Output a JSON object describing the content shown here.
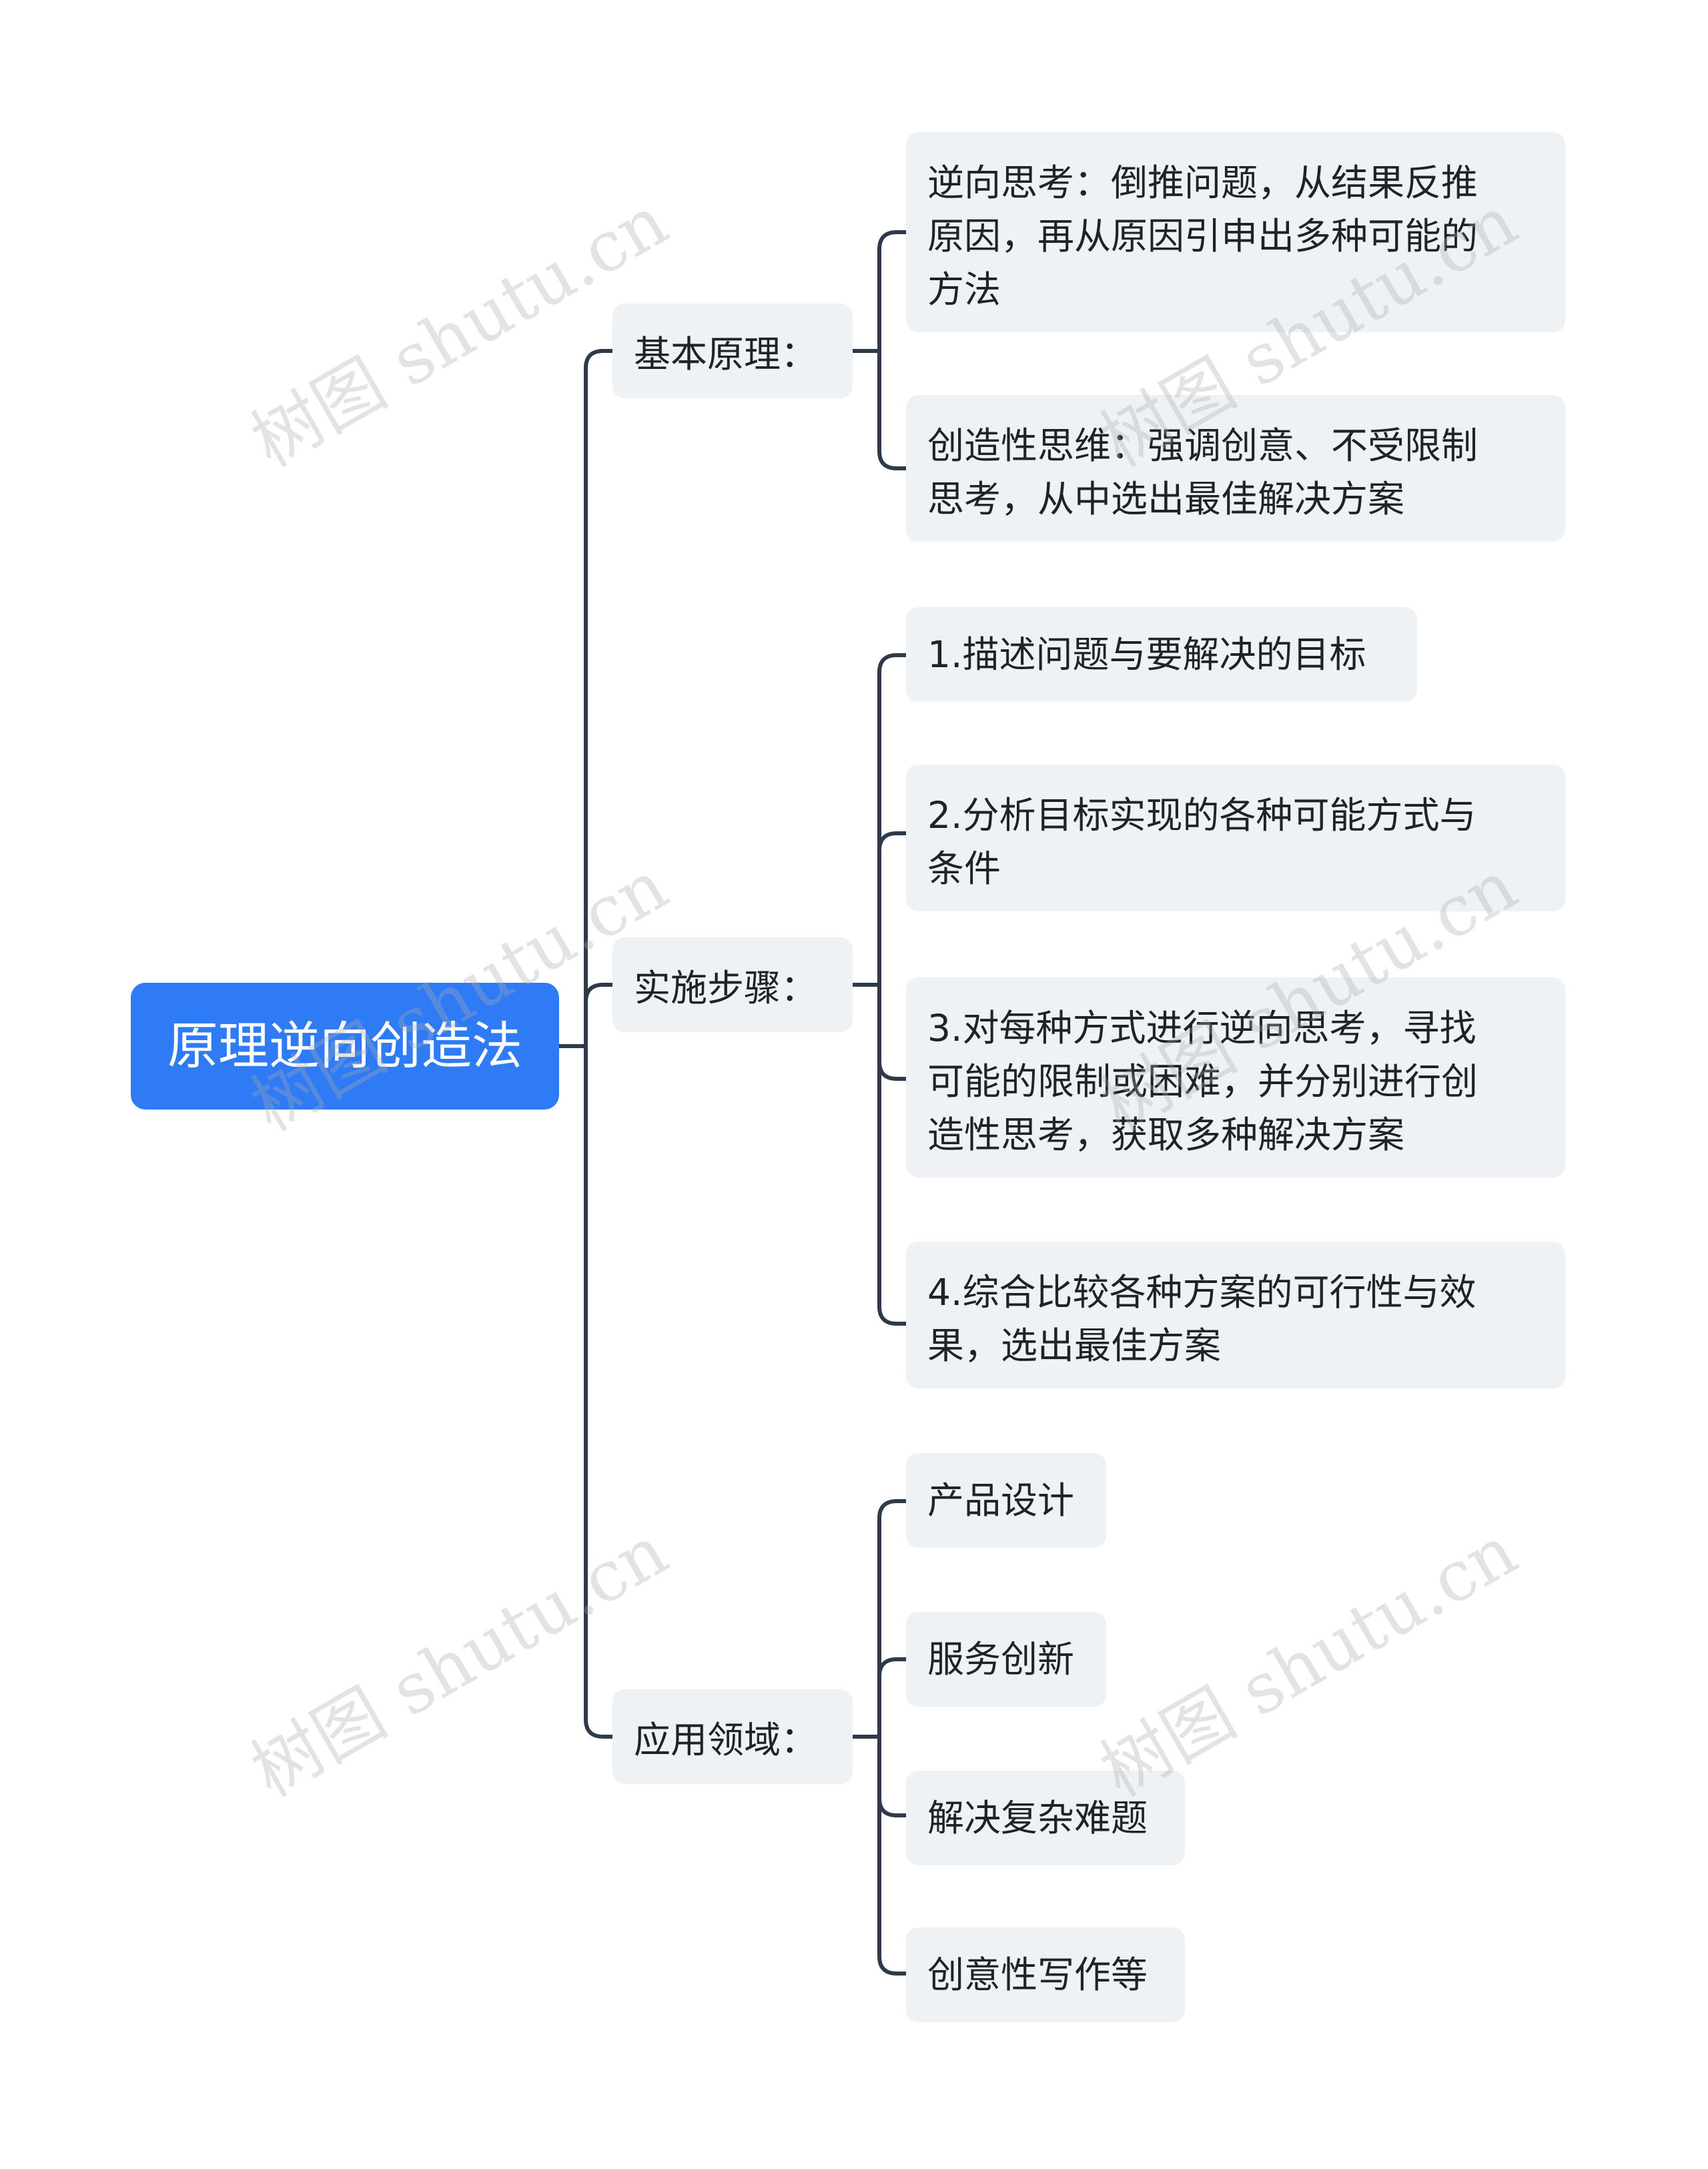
{
  "root": {
    "label": "原理逆向创造法"
  },
  "branches": [
    {
      "label": "基本原理：",
      "children": [
        {
          "label": "逆向思考：倒推问题，从结果反推\n原因，再从原因引申出多种可能的\n方法"
        },
        {
          "label": "创造性思维：强调创意、不受限制\n思考，从中选出最佳解决方案"
        }
      ]
    },
    {
      "label": "实施步骤：",
      "children": [
        {
          "label": "1.描述问题与要解决的目标"
        },
        {
          "label": "2.分析目标实现的各种可能方式与\n条件"
        },
        {
          "label": "3.对每种方式进行逆向思考，寻找\n可能的限制或困难，并分别进行创\n造性思考，获取多种解决方案"
        },
        {
          "label": "4.综合比较各种方案的可行性与效\n果，选出最佳方案"
        }
      ]
    },
    {
      "label": "应用领域：",
      "children": [
        {
          "label": "产品设计"
        },
        {
          "label": "服务创新"
        },
        {
          "label": "解决复杂难题"
        },
        {
          "label": "创意性写作等"
        }
      ]
    }
  ],
  "watermark": {
    "text": "树图 shutu.cn"
  },
  "colors": {
    "root_fill": "#2f7bf5",
    "node_fill": "#eff2f5",
    "connector": "#2e3a4a",
    "text": "#1f2328"
  }
}
